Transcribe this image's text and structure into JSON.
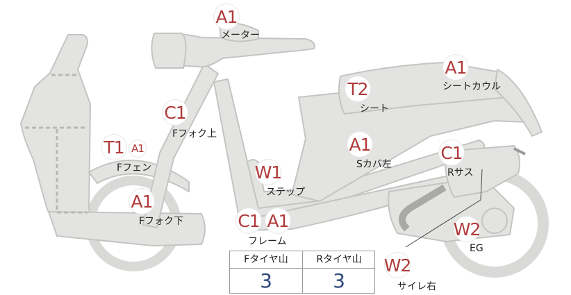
{
  "parts": {
    "meter": {
      "code": "A1",
      "label": "メーター"
    },
    "seat_cowl": {
      "code": "A1",
      "label": "シートカウル"
    },
    "seat": {
      "code": "T2",
      "label": "シート"
    },
    "fork_upper": {
      "code": "C1",
      "label": "Fフォク上"
    },
    "front_fender": {
      "code": "T1",
      "code2": "A1",
      "label": "Fフェン"
    },
    "side_cover_left": {
      "code": "A1",
      "label": "Sカバ左"
    },
    "rear_suspension": {
      "code": "C1",
      "label": "Rサス"
    },
    "step": {
      "code": "W1",
      "label": "ステップ"
    },
    "fork_lower": {
      "code": "A1",
      "label": "Fフォク下"
    },
    "frame": {
      "code1": "C1",
      "code2": "A1",
      "label": "フレーム"
    },
    "engine": {
      "code": "W2",
      "label": "EG"
    },
    "muffler_right": {
      "code": "W2",
      "label": "サイレ右"
    }
  },
  "tire_table": {
    "front_header": "Fタイヤ山",
    "rear_header": "Rタイヤ山",
    "front_value": "3",
    "rear_value": "3"
  },
  "colors": {
    "part_fill": "#e3e3e1",
    "part_stroke": "#c4c4c2",
    "badge_text": "#b03a3a",
    "value_text": "#2f4a7a"
  }
}
